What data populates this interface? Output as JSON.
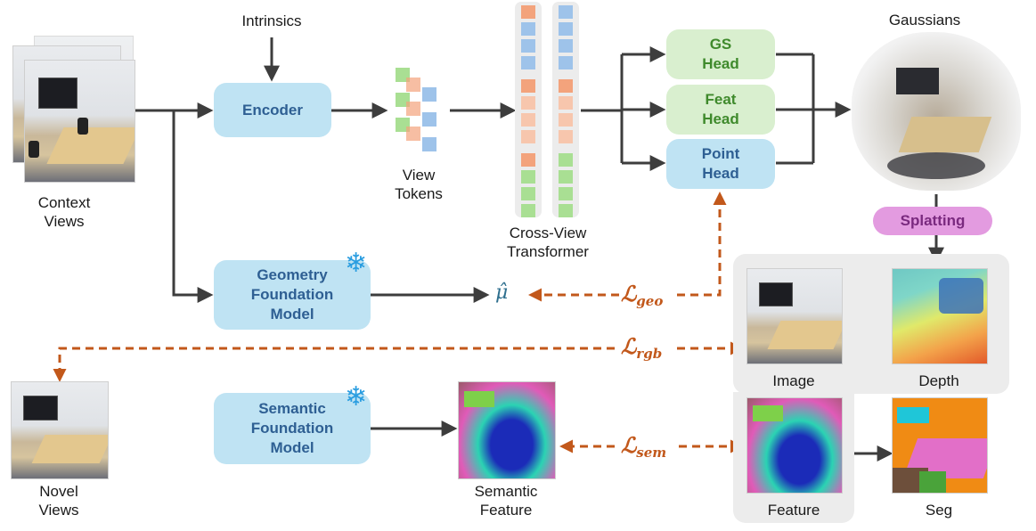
{
  "labels": {
    "intrinsics": "Intrinsics",
    "context_views": "Context\nViews",
    "view_tokens": "View\nTokens",
    "cross_view": "Cross-View\nTransformer",
    "gaussians": "Gaussians",
    "novel_views": "Novel\nViews",
    "semantic_feature": "Semantic\nFeature",
    "image": "Image",
    "depth": "Depth",
    "feature": "Feature",
    "seg": "Seg",
    "mu_hat": "μ̂"
  },
  "boxes": {
    "encoder": "Encoder",
    "geometry": "Geometry\nFoundation\nModel",
    "semantic": "Semantic\nFoundation\nModel",
    "gs_head": "GS\nHead",
    "feat_head": "Feat\nHead",
    "point_head": "Point\nHead",
    "splatting": "Splatting"
  },
  "losses": {
    "symbol": "ℒ",
    "geo": "geo",
    "rgb": "rgb",
    "sem": "sem"
  },
  "icons": {
    "frozen": "snowflake-icon"
  },
  "colors": {
    "blue_box": "#bfe3f3",
    "green_box": "#d9efcf",
    "splat": "#e39be0",
    "loss": "#c2581b",
    "token_orange": "#f3a37c",
    "token_blue": "#9ec3ea",
    "token_green": "#a9df93"
  }
}
